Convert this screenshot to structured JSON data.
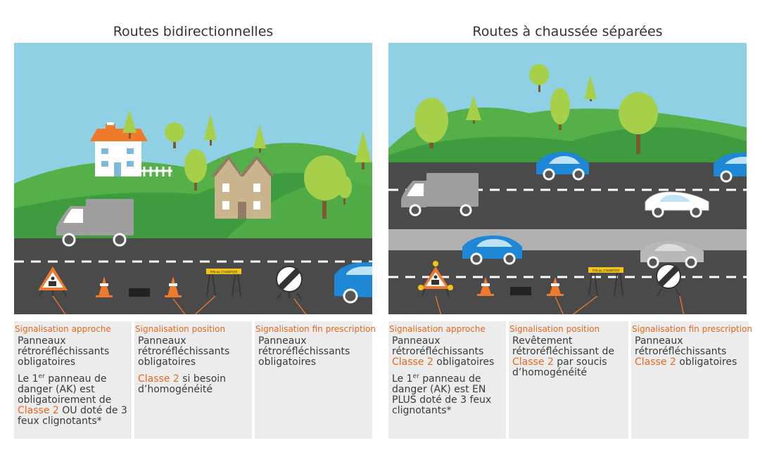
{
  "left": {
    "title": "Routes bidirectionnelles",
    "sign_fin_chantier": "FIN de CHANTIER",
    "columns": [
      {
        "heading": "Signalisation approche",
        "p1": "Panneaux rétroréfléchissants obligatoires",
        "p2": {
          "a": "Le 1",
          "sup": "er",
          "b": " panneau de danger (AK) est obligatoirement de ",
          "hl": "Classe 2",
          "c": " OU doté de 3 feux clignotants*"
        }
      },
      {
        "heading": "Signalisation position",
        "p1": "Panneaux rétroréfléchissants obligatoires",
        "p2": {
          "hl": "Classe 2",
          "c": " si besoin d’homogénéité"
        }
      },
      {
        "heading": "Signalisation fin prescription",
        "p1": "Panneaux rétroréfléchissants obligatoires"
      }
    ]
  },
  "right": {
    "title": "Routes à chaussée séparées",
    "sign_fin_chantier": "FIN de CHANTIER",
    "columns": [
      {
        "heading": "Signalisation approche",
        "p1": {
          "a": "Panneaux rétroréfléchissants ",
          "hl": "Classe 2",
          "c": " obligatoires"
        },
        "p2": {
          "a": "Le 1",
          "sup": "er",
          "b": " panneau de danger (AK) est EN PLUS doté de 3 feux clignotants*"
        }
      },
      {
        "heading": "Signalisation position",
        "p1": {
          "a": "Revêtement rétroréfléchissant de ",
          "hl": "Classe 2",
          "c": " par soucis d’homogénéité"
        }
      },
      {
        "heading": "Signalisation fin prescription",
        "p1": {
          "a": "Panneaux rétroréfléchissants ",
          "hl": "Classe 2",
          "c": " obligatoires"
        }
      }
    ]
  },
  "colors": {
    "sky": "#8fd0e4",
    "hill_dark": "#3f9b3f",
    "hill_light": "#56b04a",
    "road": "#4a4a4a",
    "accent": "#e8681e",
    "car_blue": "#1e88d6"
  }
}
